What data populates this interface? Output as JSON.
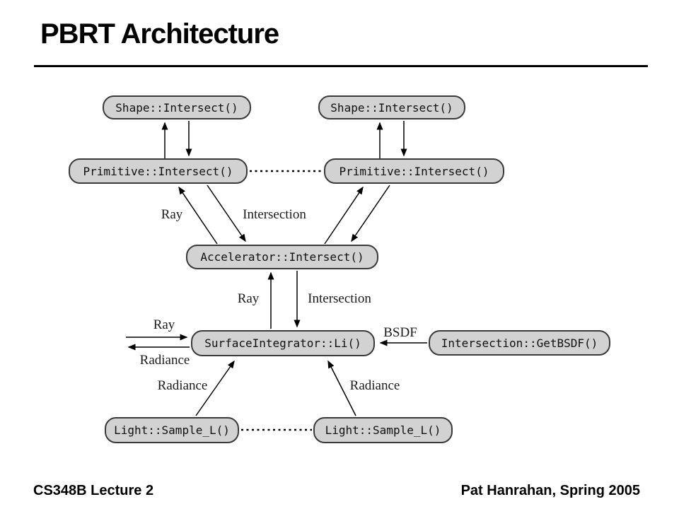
{
  "slide": {
    "title": "PBRT Architecture",
    "footer_left": "CS348B Lecture 2",
    "footer_right": "Pat Hanrahan, Spring 2005"
  },
  "colors": {
    "node_fill": "#d2d2d2",
    "node_border": "#3a3a3a",
    "background": "#ffffff",
    "text": "#000000"
  },
  "diagram": {
    "nodes": {
      "shape_left": "Shape::Intersect()",
      "shape_right": "Shape::Intersect()",
      "primitive_left": "Primitive::Intersect()",
      "primitive_right": "Primitive::Intersect()",
      "accelerator": "Accelerator::Intersect()",
      "surface_integrator": "SurfaceIntegrator::Li()",
      "get_bsdf": "Intersection::GetBSDF()",
      "light_left": "Light::Sample_L()",
      "light_right": "Light::Sample_L()"
    },
    "labels": {
      "ray_upper": "Ray",
      "intersection_upper": "Intersection",
      "ray_mid": "Ray",
      "intersection_mid": "Intersection",
      "ray_left": "Ray",
      "radiance_left": "Radiance",
      "bsdf": "BSDF",
      "radiance_bottom_left": "Radiance",
      "radiance_bottom_right": "Radiance"
    },
    "edges": [
      {
        "from": "primitive_left",
        "to": "shape_left",
        "style": "arrow"
      },
      {
        "from": "shape_left",
        "to": "primitive_left",
        "style": "arrow"
      },
      {
        "from": "primitive_right",
        "to": "shape_right",
        "style": "arrow"
      },
      {
        "from": "shape_right",
        "to": "primitive_right",
        "style": "arrow"
      },
      {
        "from": "accelerator",
        "to": "primitive_left",
        "label": "Ray",
        "style": "arrow"
      },
      {
        "from": "primitive_left",
        "to": "accelerator",
        "label": "Intersection",
        "style": "arrow"
      },
      {
        "from": "accelerator",
        "to": "primitive_right",
        "label": "Ray",
        "style": "arrow"
      },
      {
        "from": "primitive_right",
        "to": "accelerator",
        "label": "Intersection",
        "style": "arrow"
      },
      {
        "from": "surface_integrator",
        "to": "accelerator",
        "label": "Ray",
        "style": "arrow"
      },
      {
        "from": "accelerator",
        "to": "surface_integrator",
        "label": "Intersection",
        "style": "arrow"
      },
      {
        "from": "external",
        "to": "surface_integrator",
        "label": "Ray",
        "style": "arrow"
      },
      {
        "from": "surface_integrator",
        "to": "external",
        "label": "Radiance",
        "style": "arrow"
      },
      {
        "from": "get_bsdf",
        "to": "surface_integrator",
        "label": "BSDF",
        "style": "arrow"
      },
      {
        "from": "light_left",
        "to": "surface_integrator",
        "label": "Radiance",
        "style": "arrow"
      },
      {
        "from": "light_right",
        "to": "surface_integrator",
        "label": "Radiance",
        "style": "arrow"
      },
      {
        "from": "primitive_left",
        "to": "primitive_right",
        "style": "dotted"
      },
      {
        "from": "light_left",
        "to": "light_right",
        "style": "dotted"
      }
    ]
  }
}
